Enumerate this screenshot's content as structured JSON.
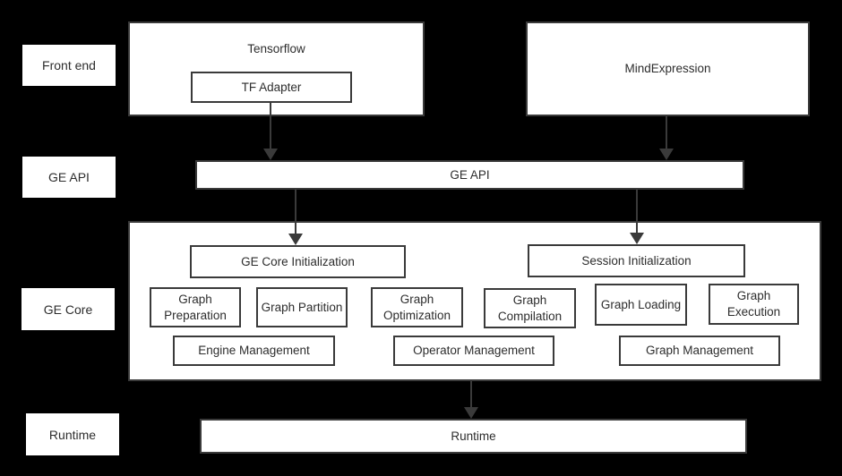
{
  "diagram": {
    "row_labels": [
      {
        "label": "Front end"
      },
      {
        "label": "GE API"
      },
      {
        "label": "GE Core"
      },
      {
        "label": "Runtime"
      }
    ],
    "front_end": {
      "tensorflow": "Tensorflow",
      "tf_adapter": "TF Adapter",
      "mindexpression": "MindExpression"
    },
    "ge_api": {
      "label": "GE API"
    },
    "ge_core": {
      "initialization": [
        "GE Core Initialization",
        "Session Initialization"
      ],
      "modules": [
        "Graph Preparation",
        "Graph Partition",
        "Graph Optimization",
        "Graph Compilation",
        "Graph Loading",
        "Graph Execution"
      ],
      "management": [
        "Engine Management",
        "Operator Management",
        "Graph Management"
      ]
    },
    "runtime": {
      "label": "Runtime"
    },
    "colors": {
      "background": "#000000",
      "box_fill": "#ffffff",
      "border": "#3a3a3a",
      "text": "#2d2d2d",
      "arrow": "#3a3a3a"
    }
  }
}
